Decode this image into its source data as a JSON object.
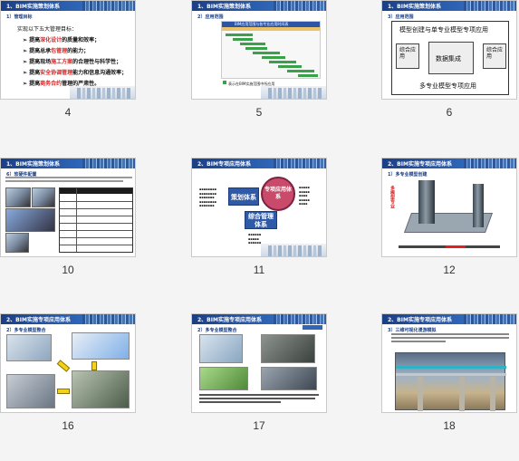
{
  "slides": [
    {
      "number": "4",
      "header_title": "1、BIM实施策划体系",
      "subtitle": "1）管理目标",
      "lead": "实现以下五大管理目标：",
      "bullets": [
        {
          "pre": "提高",
          "red": "深化设计",
          "post": "的质量和效率；"
        },
        {
          "pre": "提高总承",
          "red": "包管理",
          "post": "的能力；"
        },
        {
          "pre": "提高现场",
          "red": "施工方案",
          "post": "的合理性与科学性；"
        },
        {
          "pre": "提高",
          "red": "安全协调管理",
          "post": "能力和信息沟通效率；"
        },
        {
          "pre": "提高",
          "red": "商务合约",
          "post": "管理的严肃性。"
        }
      ]
    },
    {
      "number": "5",
      "header_title": "1、BIM实施策划体系",
      "subtitle": "2）应用范围",
      "gantt_header": "BIM应用范围与各专业应用时间表",
      "note": "表示在BIM实施范围中所应用"
    },
    {
      "number": "6",
      "header_title": "1、BIM实施策划体系",
      "subtitle": "3）应用范围",
      "top_text": "模型创建与单专业模型专项应用",
      "left_text": "综合应用",
      "center_text": "数据集成",
      "right_text": "综合应用",
      "bottom_text": "多专业模型专项应用"
    },
    {
      "number": "10",
      "header_title": "1、BIM实施策划体系",
      "subtitle": "6）软硬件配置"
    },
    {
      "number": "11",
      "header_title": "2、BIM专项应用体系",
      "box_plan": "策划体系",
      "circle_special": "专项应用体系",
      "box_integrated": "综合管理体系"
    },
    {
      "number": "12",
      "header_title": "2、BIM实施专项应用体系",
      "subtitle": "1）多专业模型创建",
      "side_label": "多模型专业"
    },
    {
      "number": "16",
      "header_title": "2、BIM实施专项应用体系",
      "subtitle": "2）多专业模型整合"
    },
    {
      "number": "17",
      "header_title": "2、BIM实施专项应用体系",
      "subtitle": "2）多专业模型整合"
    },
    {
      "number": "18",
      "header_title": "2、BIM实施专项应用体系",
      "subtitle": "3）三维可视化漫游模拟"
    }
  ]
}
